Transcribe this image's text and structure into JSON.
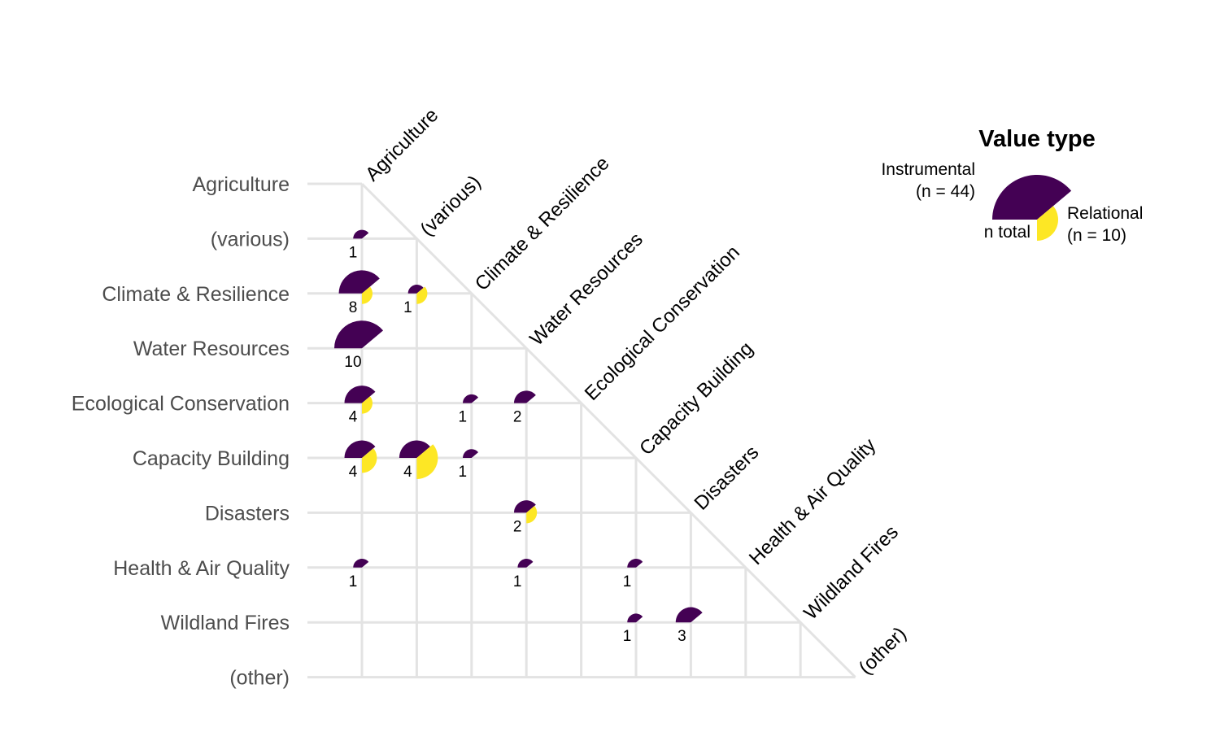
{
  "chart_data": {
    "type": "heatmap",
    "subtype": "lower-triangle matrix of split pie glyphs",
    "categories": [
      "Agriculture",
      "(various)",
      "Climate & Resilience",
      "Water Resources",
      "Ecological Conservation",
      "Capacity Building",
      "Disasters",
      "Health & Air Quality",
      "Wildland Fires",
      "(other)"
    ],
    "series": [
      {
        "name": "Instrumental",
        "color": "#440154"
      },
      {
        "name": "Relational",
        "color": "#FDE725"
      }
    ],
    "cells": [
      {
        "row": "(various)",
        "col": "Agriculture",
        "total": 1,
        "instrumental": 1,
        "relational": 0
      },
      {
        "row": "Climate & Resilience",
        "col": "Agriculture",
        "total": 8,
        "instrumental": 7,
        "relational": 1
      },
      {
        "row": "Climate & Resilience",
        "col": "(various)",
        "total": 1,
        "instrumental": 1,
        "relational": 1
      },
      {
        "row": "Water Resources",
        "col": "Agriculture",
        "total": 10,
        "instrumental": 10,
        "relational": 0
      },
      {
        "row": "Ecological Conservation",
        "col": "Agriculture",
        "total": 4,
        "instrumental": 4,
        "relational": 1
      },
      {
        "row": "Ecological Conservation",
        "col": "Climate & Resilience",
        "total": 1,
        "instrumental": 1,
        "relational": 0
      },
      {
        "row": "Ecological Conservation",
        "col": "Water Resources",
        "total": 2,
        "instrumental": 2,
        "relational": 0
      },
      {
        "row": "Capacity Building",
        "col": "Agriculture",
        "total": 4,
        "instrumental": 4,
        "relational": 2
      },
      {
        "row": "Capacity Building",
        "col": "(various)",
        "total": 4,
        "instrumental": 4,
        "relational": 4
      },
      {
        "row": "Capacity Building",
        "col": "Climate & Resilience",
        "total": 1,
        "instrumental": 1,
        "relational": 0
      },
      {
        "row": "Disasters",
        "col": "Water Resources",
        "total": 2,
        "instrumental": 2,
        "relational": 1
      },
      {
        "row": "Health & Air Quality",
        "col": "Agriculture",
        "total": 1,
        "instrumental": 1,
        "relational": 0
      },
      {
        "row": "Health & Air Quality",
        "col": "Water Resources",
        "total": 1,
        "instrumental": 1,
        "relational": 0
      },
      {
        "row": "Health & Air Quality",
        "col": "Capacity Building",
        "total": 1,
        "instrumental": 1,
        "relational": 0
      },
      {
        "row": "Wildland Fires",
        "col": "Capacity Building",
        "total": 1,
        "instrumental": 1,
        "relational": 0
      },
      {
        "row": "Wildland Fires",
        "col": "Disasters",
        "total": 3,
        "instrumental": 3,
        "relational": 0
      }
    ],
    "legend": {
      "title": "Value type",
      "instrumental_label": "Instrumental",
      "instrumental_count": "(n = 44)",
      "relational_label": "Relational",
      "relational_count": "(n = 10)",
      "total_label": "n total",
      "position": "top-right"
    },
    "grid": true
  }
}
